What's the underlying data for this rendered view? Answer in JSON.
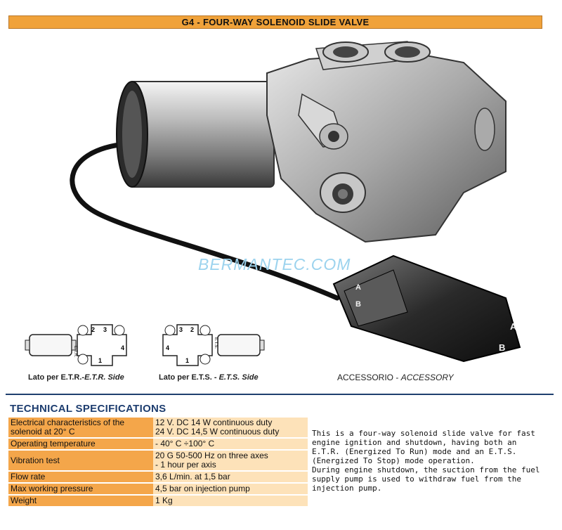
{
  "title": "G4 - FOUR-WAY SOLENOID SLIDE VALVE",
  "watermark": "BERMANTEC.COM",
  "captions": {
    "etr_prefix": "Lato per E.T.R.-",
    "etr_italic": "E.T.R. Side",
    "ets_prefix": "Lato per E.T.S. - ",
    "ets_italic": "E.T.S. Side",
    "accessory_prefix": "ACCESSORIO - ",
    "accessory_italic": "ACCESSORY"
  },
  "diagram_labels": {
    "etr": [
      "2",
      "3",
      "1",
      "4",
      "E.T.R."
    ],
    "ets": [
      "3",
      "2",
      "4",
      "1",
      "E.T.S."
    ]
  },
  "connector_labels": [
    "A",
    "B",
    "A",
    "B"
  ],
  "specs": {
    "heading": "TECHNICAL SPECIFICATIONS",
    "rows": [
      {
        "key": "Electrical characteristics of the solenoid at 20° C",
        "value": "12 V. DC 14 W continuous duty\n24 V. DC 14,5 W continuous duty"
      },
      {
        "key": "Operating temperature",
        "value": "- 40° C ÷100° C"
      },
      {
        "key": "Vibration test",
        "value": "20 G 50-500 Hz on three axes\n- 1 hour per axis"
      },
      {
        "key": "Flow rate",
        "value": "3,6 L/min. at 1,5 bar"
      },
      {
        "key": "Max working pressure",
        "value": "4,5 bar on injection pump"
      },
      {
        "key": "Weight",
        "value": "1 Kg"
      }
    ]
  },
  "description": {
    "p1": "This is a four-way solenoid slide valve for fast engine ignition and shutdown, having both an E.T.R. (Energized To Run) mode and an E.T.S. (Energized To Stop) mode operation.",
    "p2": "During engine shutdown, the suction from the fuel supply pump is used to withdraw fuel from the injection pump."
  }
}
